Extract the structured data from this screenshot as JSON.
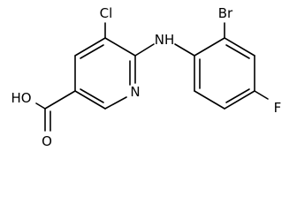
{
  "structure": {
    "atoms": {
      "chloro": "Cl",
      "bromo": "Br",
      "amine": "NH",
      "ring_nitrogen": "N",
      "hydroxyl": "HO",
      "carbonyl_oxygen": "O",
      "fluoro": "F"
    }
  },
  "colors": {
    "bond": "#000000",
    "text": "#000000",
    "background": "#ffffff"
  }
}
